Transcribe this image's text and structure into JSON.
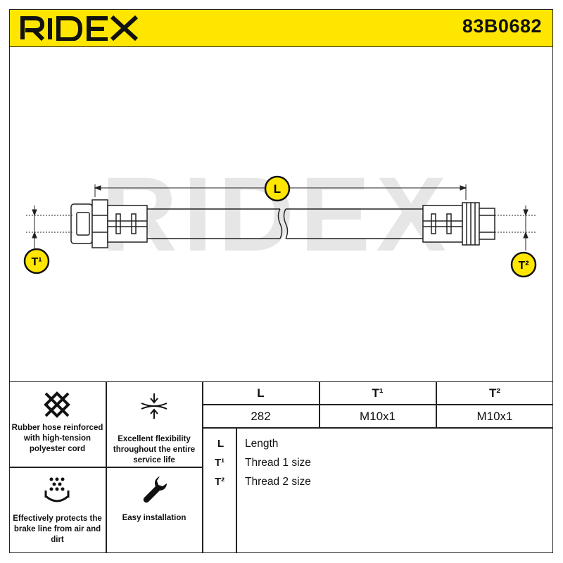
{
  "brand": "RIDEX",
  "part_number": "83B0682",
  "diagram": {
    "watermark": "RIDEX",
    "length_label": "L",
    "thread1_label": "T¹",
    "thread2_label": "T²"
  },
  "features": [
    {
      "icon": "mesh-icon",
      "text": "Rubber hose reinforced with high-tension polyester cord"
    },
    {
      "icon": "compress-icon",
      "text": "Excellent flexibility throughout the entire service life"
    },
    {
      "icon": "particles-icon",
      "text": "Effectively protects the brake line from air and dirt"
    },
    {
      "icon": "wrench-icon",
      "text": "Easy installation"
    }
  ],
  "specs": {
    "headers": [
      "L",
      "T¹",
      "T²"
    ],
    "values": [
      "282",
      "M10x1",
      "M10x1"
    ]
  },
  "legend": [
    {
      "key": "L",
      "label": "Length"
    },
    {
      "key": "T¹",
      "label": "Thread 1 size"
    },
    {
      "key": "T²",
      "label": "Thread 2 size"
    }
  ],
  "colors": {
    "accent": "#ffe600",
    "line": "#222222",
    "watermark": "#e6e6e6"
  }
}
